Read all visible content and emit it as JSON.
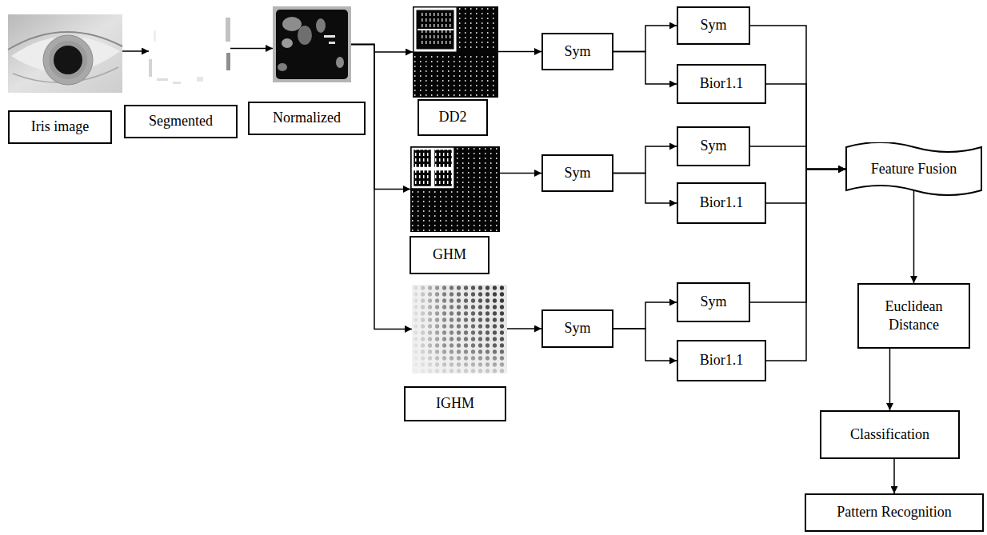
{
  "diagram": {
    "nodes": [
      {
        "text": [
          "Iris image"
        ]
      },
      {
        "text": [
          "Segmented"
        ]
      },
      {
        "text": [
          "Normalized"
        ]
      },
      {
        "text": [
          "DD2"
        ]
      },
      {
        "text": [
          "Sym"
        ]
      },
      {
        "text": [
          "Sym"
        ]
      },
      {
        "text": [
          "Bior1.1"
        ]
      },
      {
        "text": [
          "GHM"
        ]
      },
      {
        "text": [
          "Sym"
        ]
      },
      {
        "text": [
          "Sym"
        ]
      },
      {
        "text": [
          "Bior1.1"
        ]
      },
      {
        "text": [
          "IGHM"
        ]
      },
      {
        "text": [
          "Sym"
        ]
      },
      {
        "text": [
          "Sym"
        ]
      },
      {
        "text": [
          "Bior1.1"
        ]
      },
      {
        "text": [
          "Feature Fusion"
        ]
      },
      {
        "text": [
          "Euclidean Distance"
        ]
      },
      {
        "text": [
          "Classification"
        ]
      },
      {
        "text": [
          "Pattern Recognition"
        ]
      }
    ],
    "edges": [
      {
        "from": 0,
        "to": 1,
        "arrow": "to"
      },
      {
        "from": 1,
        "to": 2,
        "arrow": "to"
      },
      {
        "from": 2,
        "to": 3,
        "arrow": "to"
      },
      {
        "from": 2,
        "to": 7,
        "arrow": "to"
      },
      {
        "from": 2,
        "to": 11,
        "arrow": "to"
      },
      {
        "from": 3,
        "to": 4,
        "arrow": "to"
      },
      {
        "from": 4,
        "to": 5,
        "arrow": "to"
      },
      {
        "from": 4,
        "to": 6,
        "arrow": "to"
      },
      {
        "from": 7,
        "to": 8,
        "arrow": "to"
      },
      {
        "from": 8,
        "to": 9,
        "arrow": "to"
      },
      {
        "from": 8,
        "to": 10,
        "arrow": "to"
      },
      {
        "from": 11,
        "to": 12,
        "arrow": "to"
      },
      {
        "from": 12,
        "to": 13,
        "arrow": "to"
      },
      {
        "from": 12,
        "to": 14,
        "arrow": "to"
      },
      {
        "from": 5,
        "to": 15,
        "arrow": "to"
      },
      {
        "from": 6,
        "to": 15,
        "arrow": "to"
      },
      {
        "from": 9,
        "to": 15,
        "arrow": "to"
      },
      {
        "from": 10,
        "to": 15,
        "arrow": "to"
      },
      {
        "from": 13,
        "to": 15,
        "arrow": "to"
      },
      {
        "from": 14,
        "to": 15,
        "arrow": "to"
      },
      {
        "from": 15,
        "to": 16,
        "arrow": "to"
      },
      {
        "from": 16,
        "to": 17,
        "arrow": "to"
      },
      {
        "from": 17,
        "to": 18,
        "arrow": "to"
      }
    ]
  }
}
